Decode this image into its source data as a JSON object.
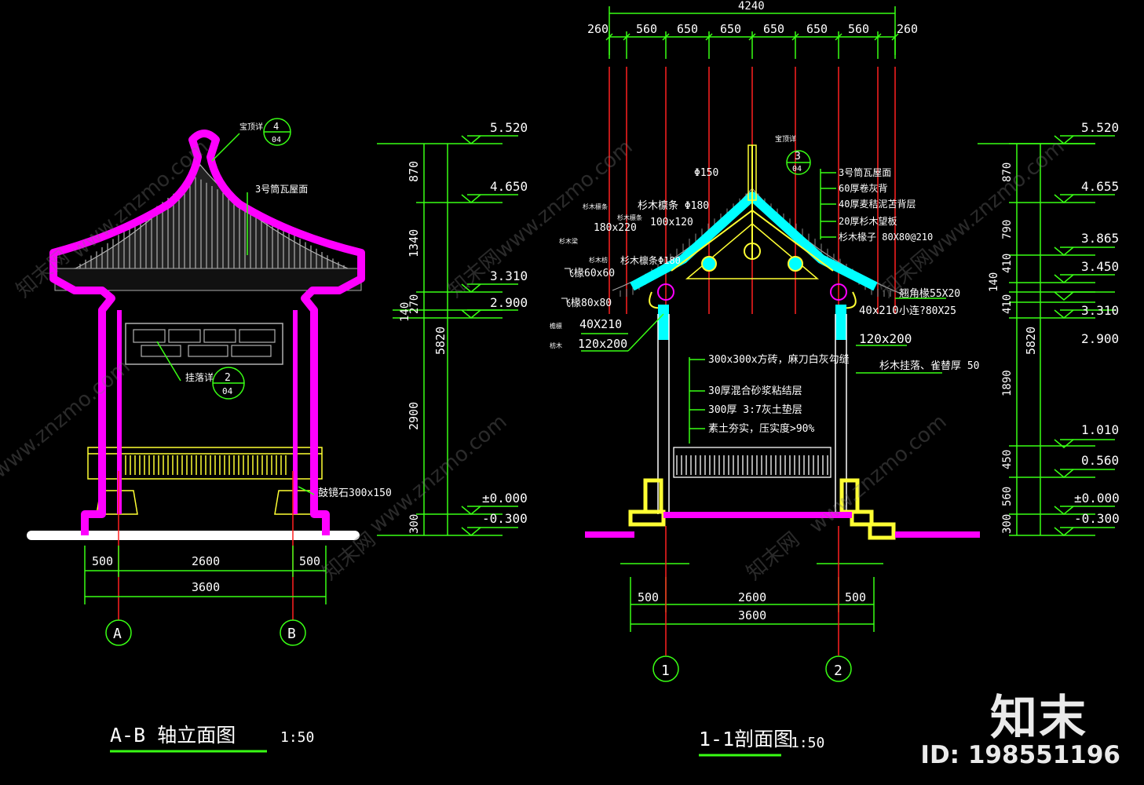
{
  "watermark": {
    "logo": "知末",
    "id": "ID: 198551196",
    "diagonal": "www.znzmo.com",
    "diagonal_cn": "知末网"
  },
  "left_view": {
    "title": "A-B  轴立面图",
    "scale": "1:50",
    "labels": {
      "roof_finish": "3号筒瓦屋面",
      "ridge_note": "宝顶详",
      "ridge_ref_num": "4",
      "ridge_ref_sheet": "04",
      "lattice_note": "挂落详",
      "lattice_ref_num": "2",
      "lattice_ref_sheet": "04",
      "base_stone": "鼓镜石300x150"
    },
    "vertical_dims": [
      "870",
      "1340",
      "140",
      "270",
      "2900",
      "300"
    ],
    "total_height": "5820",
    "elevations": [
      "5.520",
      "4.650",
      "3.310",
      "2.900",
      "±0.000",
      "-0.300"
    ],
    "horizontal_dims": [
      "500",
      "2600",
      "500"
    ],
    "total_width": "3600",
    "axes": [
      "A",
      "B"
    ]
  },
  "right_view": {
    "title": "1-1剖面图",
    "scale": "1:50",
    "top_total": "4240",
    "top_dims": [
      "260",
      "560",
      "650",
      "650",
      "650",
      "650",
      "560",
      "260"
    ],
    "ridge_ref": {
      "note": "宝顶详",
      "num": "3",
      "sheet": "04"
    },
    "roof_layers": [
      "3号筒瓦屋面",
      "60厚卷灰背",
      "40厚麦秸泥苫背层",
      "20厚杉木望板",
      "杉木椽子    80X80@210"
    ],
    "left_labels": [
      "Φ150",
      "杉木檩条 Φ180",
      "180x220",
      "100x120",
      "杉木檩条Φ180",
      "飞椽60x60",
      "飞椽80x80",
      "40X210",
      "120x200"
    ],
    "left_labels_cn": [
      "杉木檩条",
      "杉木檩条",
      "杉木梁",
      "杉木枋",
      "檐檩",
      "枋木"
    ],
    "right_labels": [
      "翘角椽55X20",
      "40x210",
      "小连?80X25",
      "120x200",
      "杉木挂落、雀替厚 50"
    ],
    "floor_layers": [
      "300x300x方砖，麻刀白灰勾缝",
      "30厚混合砂浆粘结层",
      "300厚 3:7灰土垫层",
      "素土夯实，压实度>90%"
    ],
    "vertical_dims": [
      "870",
      "790",
      "410",
      "140",
      "410",
      "1890",
      "450",
      "560",
      "300"
    ],
    "total_height": "5820",
    "elevations": [
      "5.520",
      "4.655",
      "3.865",
      "3.450",
      "3.310",
      "2.900",
      "1.010",
      "0.560",
      "±0.000",
      "-0.300"
    ],
    "horizontal_dims": [
      "500",
      "2600",
      "500"
    ],
    "total_width": "3600",
    "axes": [
      "1",
      "2"
    ]
  },
  "colors": {
    "magenta": "#ff00ff",
    "green": "#39ff14",
    "yellow": "#ffff33",
    "cyan": "#00ffff",
    "red": "#ff2020",
    "white": "#ffffff",
    "gray": "#a8a8a8"
  }
}
